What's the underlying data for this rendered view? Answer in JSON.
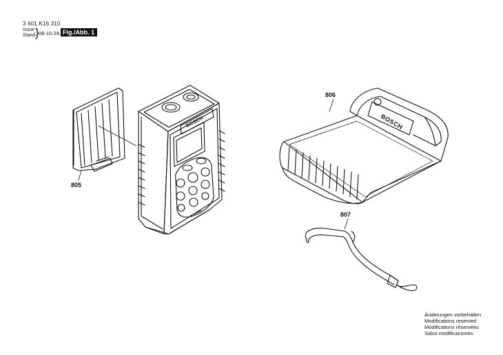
{
  "header": {
    "part_number": "3 601 K16 310",
    "issue_label": "Issue",
    "stand_label": "Stand",
    "date": "08-10-29",
    "figure_label": "Fig./Abb. 1"
  },
  "callouts": {
    "battery_cover": "805",
    "pouch": "806",
    "strap": "807"
  },
  "brand": {
    "logo_text": "BOSCH"
  },
  "notes": [
    "Änderungen vorbehalten",
    "Modifications reserved",
    "Modifications réservées",
    "Salvo modificaciones"
  ]
}
